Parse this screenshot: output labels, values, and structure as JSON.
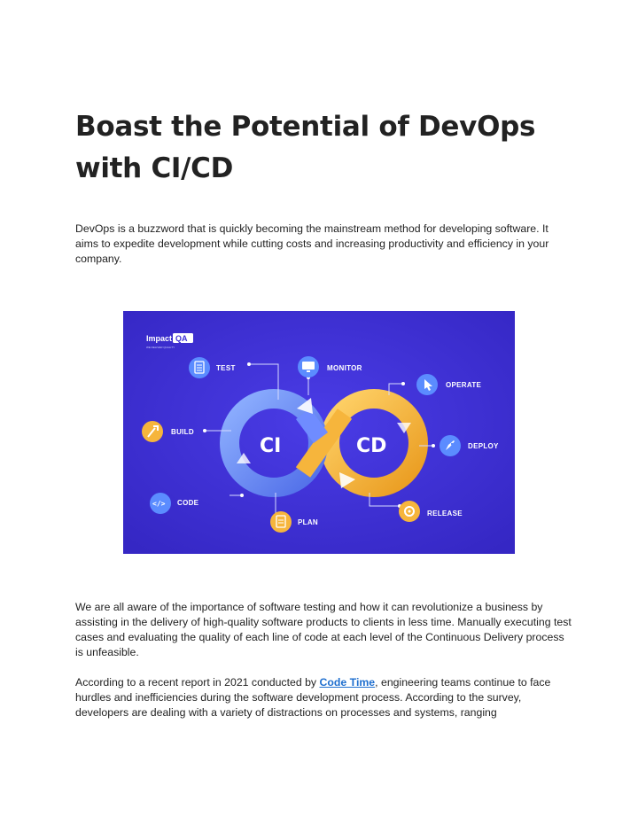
{
  "article": {
    "title": "Boast the Potential of DevOps with CI/CD",
    "intro": "DevOps is a buzzword that is quickly becoming the mainstream method for developing software. It aims to expedite development while cutting costs and increasing productivity and efficiency in your company.",
    "paragraph2": "We are all aware of the importance of software testing and how it can revolutionize a business by assisting in the delivery of high-quality software products to clients in less time. Manually executing test cases and evaluating the quality of each line of code at each level of the Continuous Delivery process is unfeasible.",
    "paragraph3": {
      "before_link": "According to a recent report in 2021 conducted by ",
      "link_text": "Code Time",
      "after_link": ", engineering teams continue to face hurdles and inefficiencies during the software development process. According to the survey, developers are dealing with a variety of distractions on processes and systems, ranging"
    }
  },
  "figure": {
    "logo_left": "Impact",
    "logo_right": "QA",
    "logo_tagline": "WE DELIVER QUALITY",
    "center_left": "CI",
    "center_right": "CD",
    "stages": {
      "test": "TEST",
      "monitor": "MONITOR",
      "operate": "OPERATE",
      "build": "BUILD",
      "deploy": "DEPLOY",
      "code": "CODE",
      "release": "RELEASE",
      "plan": "PLAN"
    },
    "colors": {
      "background": "#3f30d6",
      "ci_loop": "#6f8cff",
      "cd_loop": "#f6b53c",
      "link": "#1f6fcf"
    }
  }
}
